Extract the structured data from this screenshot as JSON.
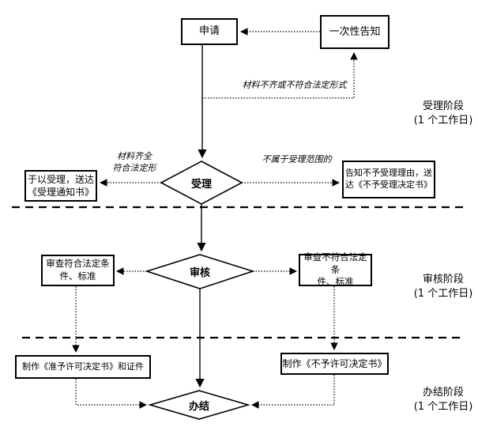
{
  "colors": {
    "line": "#000000",
    "background": "#ffffff"
  },
  "nodes": {
    "apply": "申请",
    "one_time_notice": "一次性告知",
    "accept_notify": "于以受理，送达\n《受理通知书》",
    "reject_notify": "告知不予受理理由，送\n达《不予受理决定书》",
    "review_pass": "审查符合法定条\n件、标准",
    "review_fail": "审查不符合法定条\n件、标准",
    "make_permit": "制作《准予许可决定书》和证件",
    "make_denial": "制作《不予许可决定书》"
  },
  "decisions": {
    "accept": "受理",
    "review": "审核",
    "finish": "办结"
  },
  "edge_labels": {
    "materials_incomplete": "材料不齐或不符合法定形式",
    "materials_complete": "材料齐全\n符合法定形",
    "out_of_scope": "不属于受理范围的"
  },
  "stages": [
    {
      "label": "受理阶段",
      "duration": "(1 个工作日)"
    },
    {
      "label": "审核阶段",
      "duration": "(1 个工作日)"
    },
    {
      "label": "办结阶段",
      "duration": "(1 个工作日)"
    }
  ]
}
